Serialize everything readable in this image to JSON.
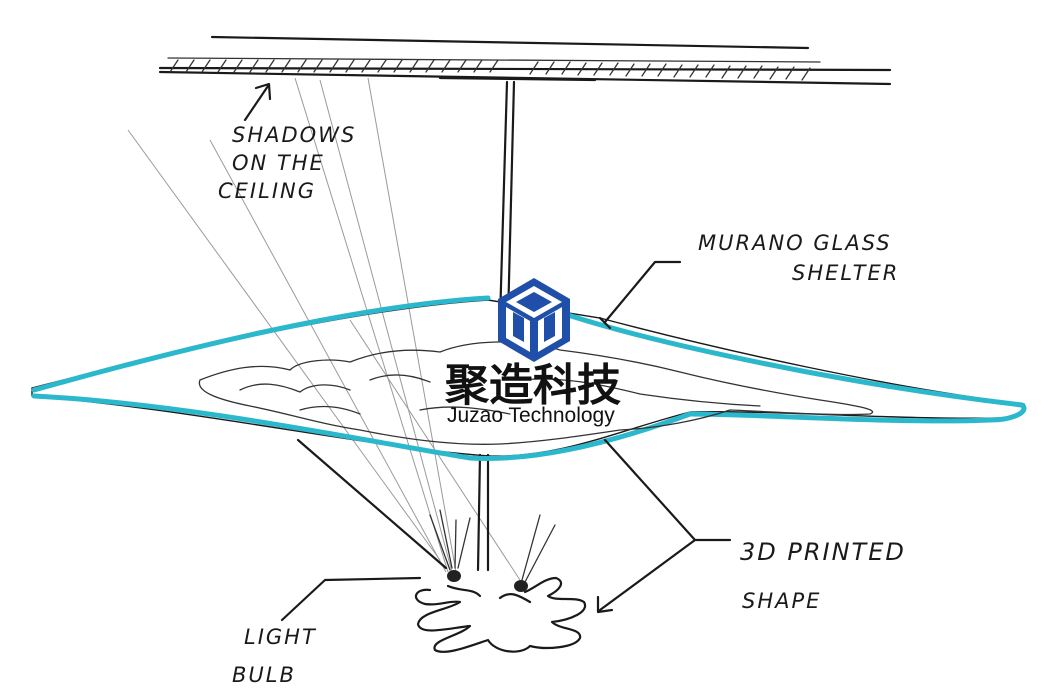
{
  "labels": {
    "shadows_line1": "SHADOWS",
    "shadows_line2": "ON THE",
    "shadows_line3": "CEILING",
    "glass_line1": "MURANO GLASS",
    "glass_line2": "SHELTER",
    "printed_line1": "3D PRINTED",
    "printed_line2": "SHAPE",
    "bulb_line1": "LIGHT",
    "bulb_line2": "BULB"
  },
  "watermark": {
    "chinese": "聚造科技",
    "english": "Juzao Technology",
    "logo_icon": "cube-logo-icon",
    "logo_color": "#1f4fa8"
  },
  "colors": {
    "glass_highlight": "#2bb8cc",
    "ink": "#1a1a1a"
  }
}
